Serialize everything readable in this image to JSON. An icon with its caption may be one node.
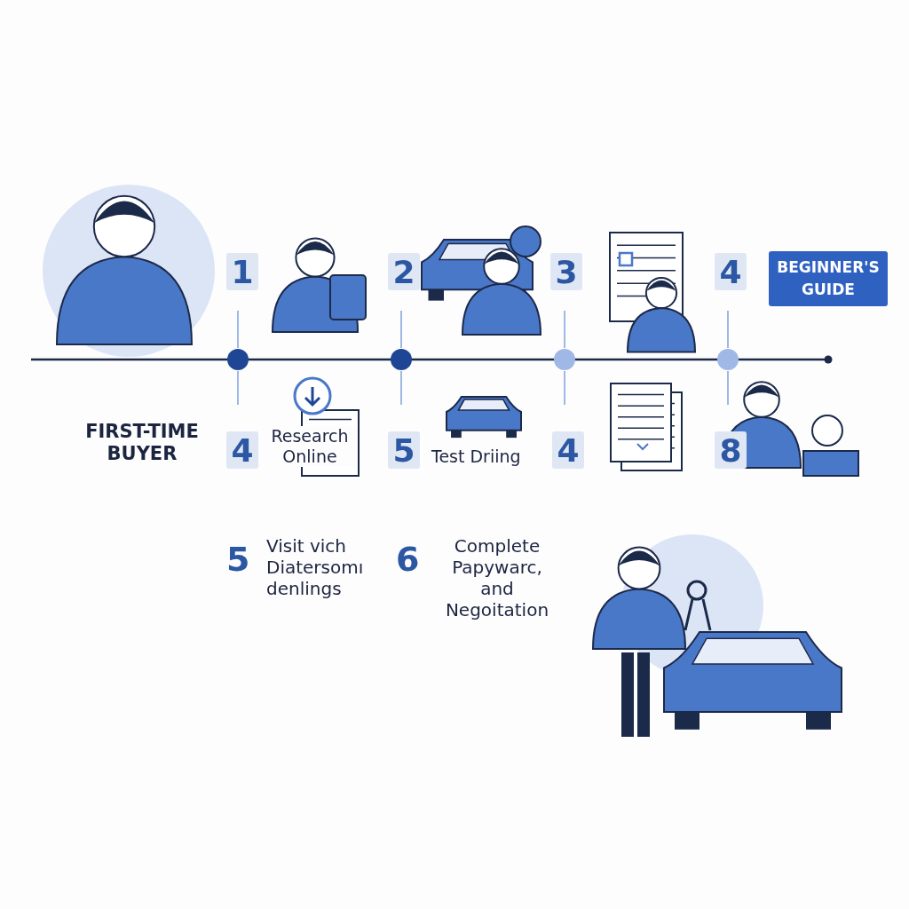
{
  "diagram": {
    "nodes": [
      {
        "text": [
          "1"
        ]
      },
      {
        "text": [
          "2"
        ]
      },
      {
        "text": [
          "3"
        ]
      },
      {
        "text": [
          "4"
        ]
      },
      {
        "text": [
          "BEGINNER'S GUIDE"
        ]
      },
      {
        "text": [
          "4"
        ]
      },
      {
        "text": [
          "5"
        ]
      },
      {
        "text": [
          "4"
        ]
      },
      {
        "text": [
          "8"
        ]
      }
    ],
    "labels": [
      "FIRST-TIME BUYER",
      "Research Online",
      "Test Driing",
      "5",
      "Visit vich Diatersomı denlings",
      "6",
      "Complete Papywarc, and Negoitation"
    ]
  }
}
